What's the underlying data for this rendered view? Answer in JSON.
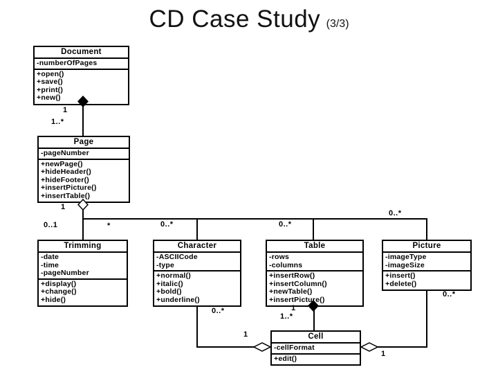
{
  "slide": {
    "title": "CD Case Study",
    "title_suffix": "(3/3)"
  },
  "diagram_colors": {
    "stroke": "#000000",
    "fill": "#ffffff",
    "text": "#000000"
  },
  "classes": {
    "document": {
      "name": "Document",
      "attributes": [
        "-numberOfPages"
      ],
      "methods": [
        "+open()",
        "+save()",
        "+print()",
        "+new()"
      ]
    },
    "page": {
      "name": "Page",
      "attributes": [
        "-pageNumber"
      ],
      "methods": [
        "+newPage()",
        "+hideHeader()",
        "+hideFooter()",
        "+insertPicture()",
        "+insertTable()"
      ]
    },
    "trimming": {
      "name": "Trimming",
      "attributes": [
        "-date",
        "-time",
        "-pageNumber"
      ],
      "methods": [
        "+display()",
        "+change()",
        "+hide()"
      ]
    },
    "character": {
      "name": "Character",
      "attributes": [
        "-ASCIICode",
        "-type"
      ],
      "methods": [
        "+normal()",
        "+italic()",
        "+bold()",
        "+underline()"
      ]
    },
    "table": {
      "name": "Table",
      "attributes": [
        "-rows",
        "-columns"
      ],
      "methods": [
        "+insertRow()",
        "+insertColumn()",
        "+newTable()",
        "+insertPicture()"
      ]
    },
    "picture": {
      "name": "Picture",
      "attributes": [
        "-imageType",
        "-imageSize"
      ],
      "methods": [
        "+insert()",
        "+delete()"
      ]
    },
    "cell": {
      "name": "Cell",
      "attributes": [
        "-cellFormat"
      ],
      "methods": [
        "+edit()"
      ]
    }
  },
  "multiplicities": {
    "document_page_whole": "1",
    "document_page_part": "1..*",
    "page_whole": "1",
    "page_trimming": "0..1",
    "page_trimming_star": "*",
    "page_character": "0..*",
    "page_table": "0..*",
    "page_picture": "0..*",
    "table_cell_whole": "1",
    "table_cell_part": "1..*",
    "character_cell_part": "0..*",
    "character_cell_whole": "1",
    "picture_cell_part": "0..*",
    "picture_cell_whole": "1"
  }
}
